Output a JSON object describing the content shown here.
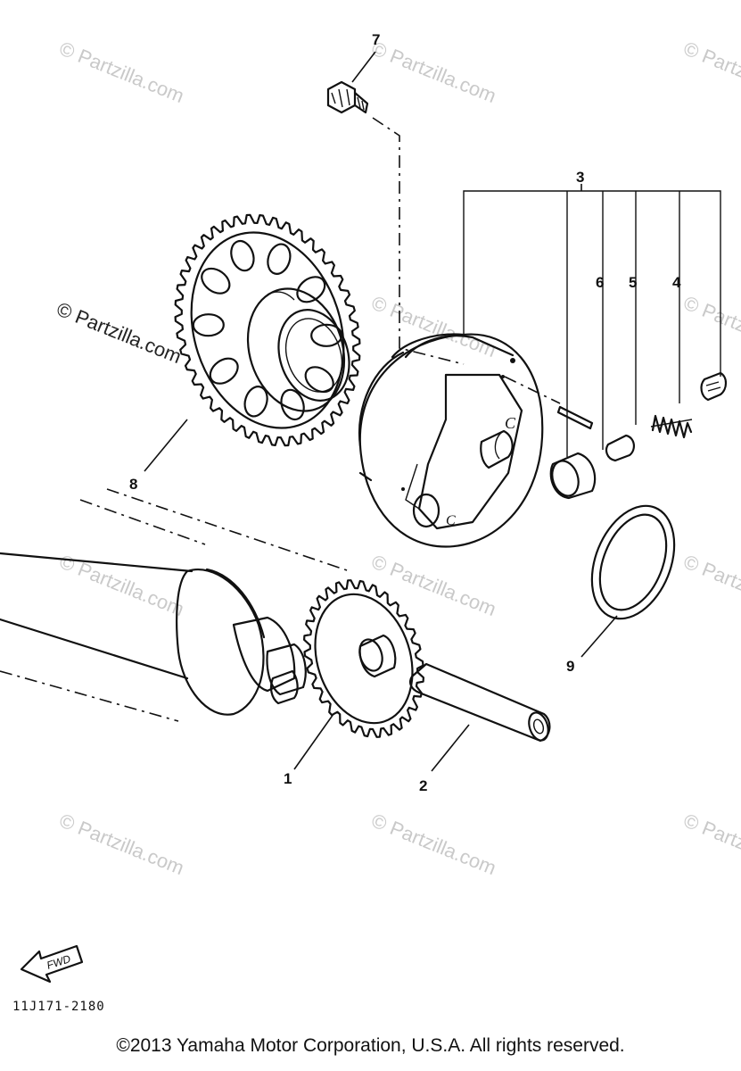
{
  "watermark_text": "© Partzilla.com",
  "callouts": {
    "p1": "1",
    "p2": "2",
    "p3": "3",
    "p4": "4",
    "p5": "5",
    "p6": "6",
    "p7": "7",
    "p8": "8",
    "p9": "9"
  },
  "fwd_label": "FWD",
  "diagram_code": "11J171-2180",
  "copyright": "©2013  Yamaha Motor Corporation, U.S.A. All rights reserved."
}
